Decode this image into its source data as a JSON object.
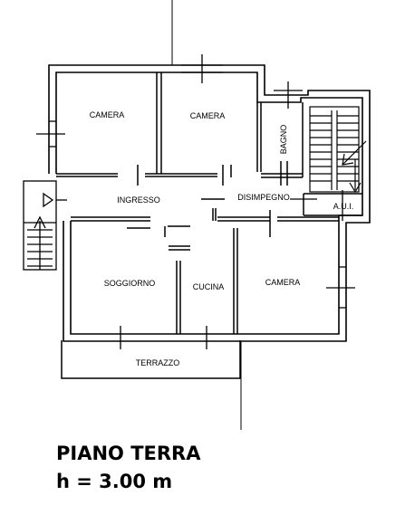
{
  "plan": {
    "rooms": {
      "camera_top_left": "CAMERA",
      "camera_top_mid": "CAMERA",
      "bagno": "BAGNO",
      "ingresso": "INGRESSO",
      "disimpegno": "DISIMPEGNO",
      "aui": "A.U.I.",
      "soggiorno": "SOGGIORNO",
      "cucina": "CUCINA",
      "camera_right": "CAMERA",
      "terrazzo": "TERRAZZO"
    }
  },
  "caption": {
    "title": "PIANO TERRA",
    "height": "h = 3.00 m"
  }
}
